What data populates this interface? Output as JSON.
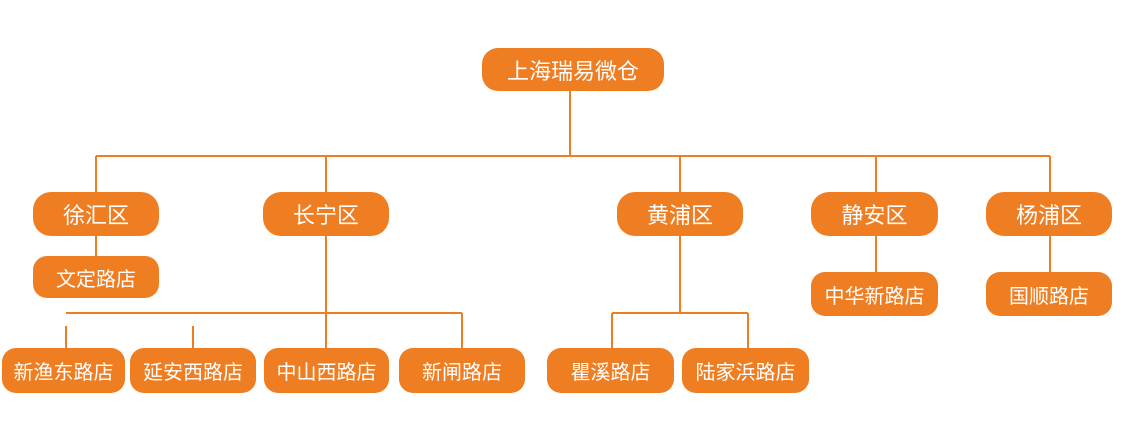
{
  "root": "上海瑞易微仓",
  "districts": [
    {
      "name": "徐汇区",
      "stores": [
        "文定路店"
      ]
    },
    {
      "name": "长宁区",
      "stores": [
        "新渔东路店",
        "延安西路店",
        "中山西路店",
        "新闸路店"
      ]
    },
    {
      "name": "黄浦区",
      "stores": [
        "瞿溪路店",
        "陆家浜路店"
      ]
    },
    {
      "name": "静安区",
      "stores": [
        "中华新路店"
      ]
    },
    {
      "name": "杨浦区",
      "stores": [
        "国顺路店"
      ]
    }
  ],
  "colors": {
    "node": "#ef7d22",
    "line": "#ef7d22",
    "text": "#ffffff"
  }
}
